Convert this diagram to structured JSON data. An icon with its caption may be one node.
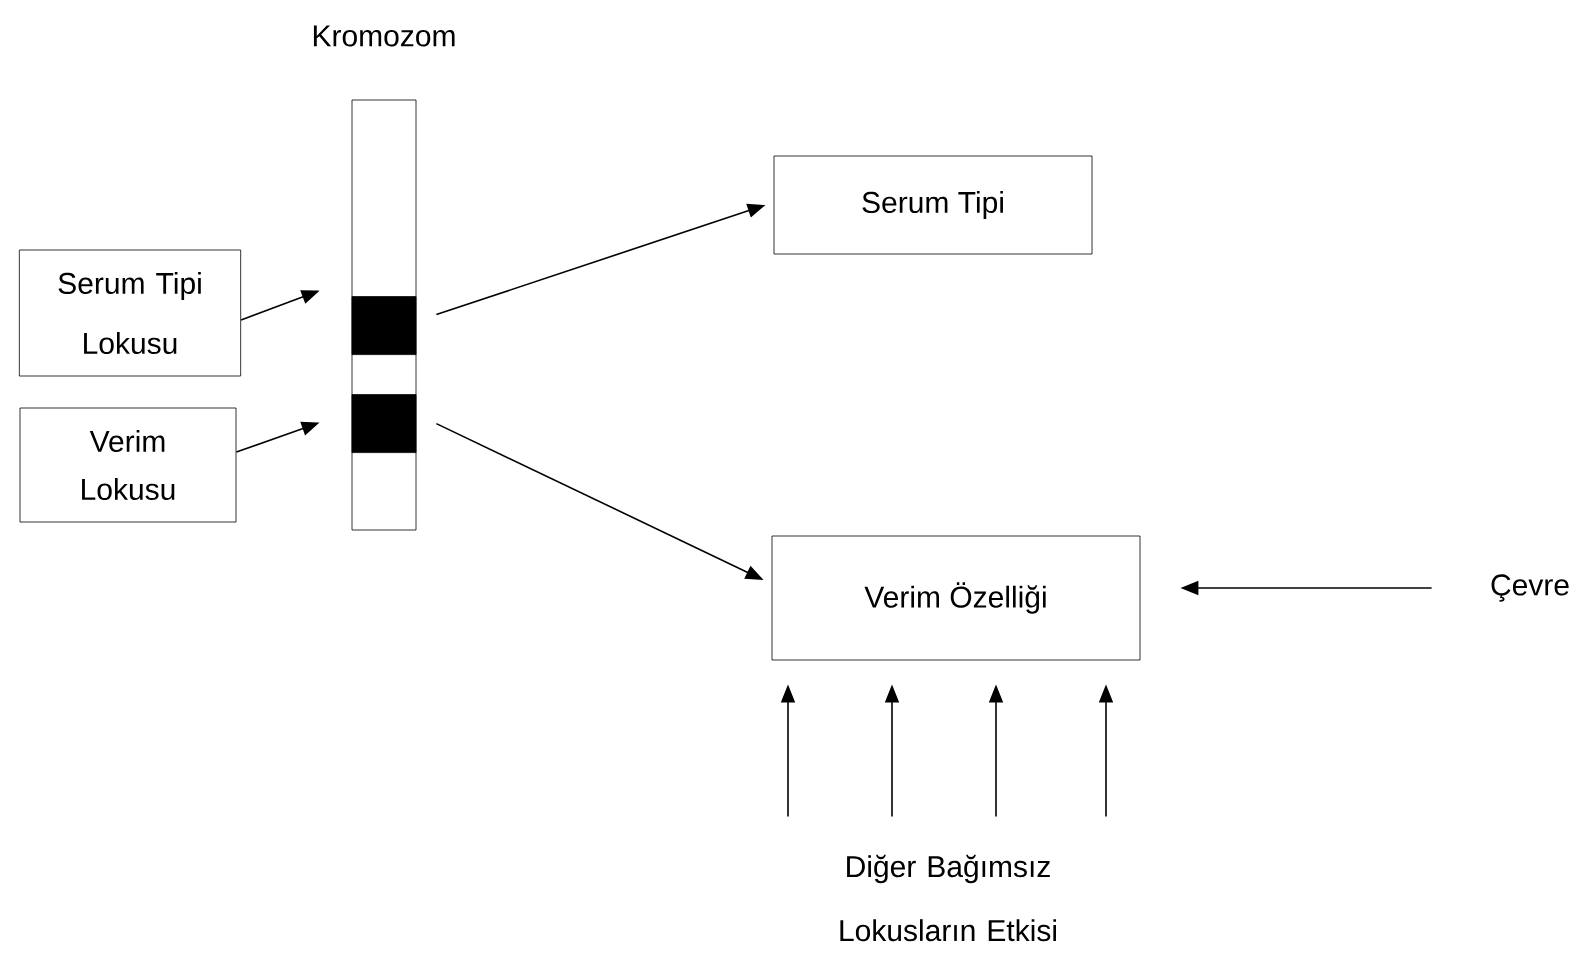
{
  "diagram": {
    "nodes": [
      {
        "text": [
          "Serum Tipi Lokusu"
        ]
      },
      {
        "text": [
          "Verim Lokusu"
        ]
      },
      {
        "text": [
          "Kromozom"
        ]
      },
      {
        "text": [],
        "shape": "bar",
        "in": 2
      },
      {
        "text": [],
        "shape": "bar",
        "in": 2
      },
      {
        "text": [
          "Serum Tipi"
        ]
      },
      {
        "text": [
          "Verim Özelliği"
        ]
      },
      {
        "text": [
          "Çevre"
        ]
      },
      {
        "text": [
          "Diğer Bağımsız Lokusların Etkisi"
        ]
      }
    ],
    "edges": [
      {
        "from": 0,
        "to": 3,
        "arrow": "to"
      },
      {
        "from": 1,
        "to": 4,
        "arrow": "to"
      },
      {
        "from": 3,
        "to": 5,
        "arrow": "to"
      },
      {
        "from": 4,
        "to": 6,
        "arrow": "to"
      },
      {
        "from": 7,
        "to": 6,
        "arrow": "to"
      },
      {
        "from": 8,
        "to": 6,
        "arrow": "to"
      },
      {
        "from": 8,
        "to": 6,
        "arrow": "to"
      },
      {
        "from": 8,
        "to": 6,
        "arrow": "to"
      },
      {
        "from": 8,
        "to": 6,
        "arrow": "to"
      }
    ]
  }
}
